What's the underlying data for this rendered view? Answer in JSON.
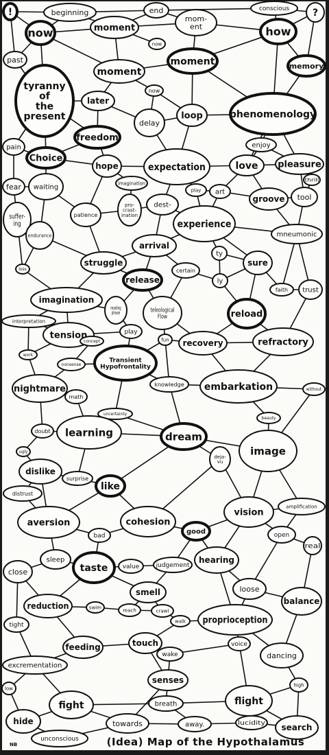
{
  "caption": "(Idea) Map of the Hypothalamus",
  "initials": "NB",
  "nodes": [
    {
      "id": "excl",
      "label": "!",
      "bold": true
    },
    {
      "id": "beginning",
      "label": "beginning"
    },
    {
      "id": "end",
      "label": "end"
    },
    {
      "id": "conscious",
      "label": "conscious"
    },
    {
      "id": "qmark",
      "label": "?"
    },
    {
      "id": "now1",
      "label": "now",
      "bold": true
    },
    {
      "id": "moment1",
      "label": "moment"
    },
    {
      "id": "moment_split",
      "label": "mom- ent"
    },
    {
      "id": "how",
      "label": "how",
      "bold": true
    },
    {
      "id": "past",
      "label": "past"
    },
    {
      "id": "now2",
      "label": "now"
    },
    {
      "id": "moment2",
      "label": "moment"
    },
    {
      "id": "moment3",
      "label": "moment",
      "bold": true
    },
    {
      "id": "memory",
      "label": "memory",
      "bold": true
    },
    {
      "id": "tyranny",
      "label": "tyranny of the present",
      "bold": true
    },
    {
      "id": "later",
      "label": "later"
    },
    {
      "id": "now3",
      "label": "now"
    },
    {
      "id": "delay",
      "label": "delay"
    },
    {
      "id": "loop",
      "label": "loop"
    },
    {
      "id": "phenomenology",
      "label": "phenomenology",
      "bold": true
    },
    {
      "id": "freedom",
      "label": "freedom",
      "bold": true
    },
    {
      "id": "enjoy",
      "label": "enjoy"
    },
    {
      "id": "pain",
      "label": "pain"
    },
    {
      "id": "choice",
      "label": "Choice",
      "bold": true
    },
    {
      "id": "hope",
      "label": "hope"
    },
    {
      "id": "expectation",
      "label": "expectation"
    },
    {
      "id": "love",
      "label": "love"
    },
    {
      "id": "pleasure",
      "label": "pleasure"
    },
    {
      "id": "fear",
      "label": "fear"
    },
    {
      "id": "waiting",
      "label": "waiting"
    },
    {
      "id": "imagination_small",
      "label": "imagination"
    },
    {
      "id": "play_small",
      "label": "play"
    },
    {
      "id": "art",
      "label": "art"
    },
    {
      "id": "thrill",
      "label": "thrill"
    },
    {
      "id": "groove",
      "label": "groove"
    },
    {
      "id": "tool",
      "label": "tool"
    },
    {
      "id": "suffering",
      "label": "suffer- ing"
    },
    {
      "id": "patience",
      "label": "patience"
    },
    {
      "id": "procrastination",
      "label": "pro- crast- ination"
    },
    {
      "id": "destination",
      "label": "dest-"
    },
    {
      "id": "experience",
      "label": "experience"
    },
    {
      "id": "endurance",
      "label": "endurance"
    },
    {
      "id": "mneumonic",
      "label": "mneumonic"
    },
    {
      "id": "arrival",
      "label": "arrival"
    },
    {
      "id": "ty",
      "label": "ty"
    },
    {
      "id": "loss",
      "label": "loss"
    },
    {
      "id": "struggle",
      "label": "struggle"
    },
    {
      "id": "certain",
      "label": "certain"
    },
    {
      "id": "sure",
      "label": "sure"
    },
    {
      "id": "release",
      "label": "release",
      "bold": true
    },
    {
      "id": "ly",
      "label": "ly"
    },
    {
      "id": "faith",
      "label": "faith"
    },
    {
      "id": "trust",
      "label": "trust"
    },
    {
      "id": "imagination",
      "label": "imagination"
    },
    {
      "id": "reading",
      "label": "reading phase"
    },
    {
      "id": "teleological",
      "label": "teleological Flow"
    },
    {
      "id": "reload",
      "label": "reload",
      "bold": true
    },
    {
      "id": "interpretation",
      "label": "interpretation"
    },
    {
      "id": "play",
      "label": "play"
    },
    {
      "id": "tension",
      "label": "tension"
    },
    {
      "id": "fun",
      "label": "fun"
    },
    {
      "id": "recovery",
      "label": "recovery"
    },
    {
      "id": "refractory",
      "label": "refractory"
    },
    {
      "id": "work",
      "label": "work"
    },
    {
      "id": "concept",
      "label": "concept"
    },
    {
      "id": "transient",
      "label": "Transient Hypofrontality",
      "bold": true
    },
    {
      "id": "nonsense",
      "label": "nonsense"
    },
    {
      "id": "nightmare",
      "label": "nightmare"
    },
    {
      "id": "knowledge",
      "label": "knowledge"
    },
    {
      "id": "embarkation",
      "label": "embarkation"
    },
    {
      "id": "math",
      "label": "math"
    },
    {
      "id": "uncertainty",
      "label": "uncertainty"
    },
    {
      "id": "without",
      "label": "without"
    },
    {
      "id": "beauty",
      "label": "beauty"
    },
    {
      "id": "doubt",
      "label": "doubt"
    },
    {
      "id": "learning",
      "label": "learning"
    },
    {
      "id": "dream",
      "label": "dream",
      "bold": true
    },
    {
      "id": "image",
      "label": "image"
    },
    {
      "id": "deja",
      "label": "deja- vu"
    },
    {
      "id": "ugly",
      "label": "ugly"
    },
    {
      "id": "dislike",
      "label": "dislike"
    },
    {
      "id": "surprise",
      "label": "surprise"
    },
    {
      "id": "distrust",
      "label": "distrust"
    },
    {
      "id": "like",
      "label": "like",
      "bold": true
    },
    {
      "id": "amplification",
      "label": "amplification"
    },
    {
      "id": "aversion",
      "label": "aversion"
    },
    {
      "id": "cohesion",
      "label": "cohesion"
    },
    {
      "id": "vision",
      "label": "vision"
    },
    {
      "id": "bad",
      "label": "bad"
    },
    {
      "id": "good",
      "label": "good",
      "bold": true
    },
    {
      "id": "open",
      "label": "open"
    },
    {
      "id": "real",
      "label": "real"
    },
    {
      "id": "sleep",
      "label": "sleep"
    },
    {
      "id": "taste",
      "label": "taste",
      "bold": true
    },
    {
      "id": "value",
      "label": "value"
    },
    {
      "id": "judgement",
      "label": "judgement"
    },
    {
      "id": "hearing",
      "label": "hearing"
    },
    {
      "id": "close",
      "label": "close"
    },
    {
      "id": "smell",
      "label": "smell"
    },
    {
      "id": "loose",
      "label": "loose"
    },
    {
      "id": "balance",
      "label": "balance"
    },
    {
      "id": "reduction",
      "label": "reduction"
    },
    {
      "id": "swim",
      "label": "swim"
    },
    {
      "id": "reach",
      "label": "reach"
    },
    {
      "id": "crawl",
      "label": "crawl"
    },
    {
      "id": "walk",
      "label": "walk"
    },
    {
      "id": "proprioception",
      "label": "proprioception"
    },
    {
      "id": "tight",
      "label": "tight"
    },
    {
      "id": "feeding",
      "label": "feeding"
    },
    {
      "id": "touch",
      "label": "touch"
    },
    {
      "id": "voice",
      "label": "voice"
    },
    {
      "id": "dancing",
      "label": "dancing"
    },
    {
      "id": "wake",
      "label": "wake"
    },
    {
      "id": "excrementation",
      "label": "excrementation"
    },
    {
      "id": "senses",
      "label": "senses"
    },
    {
      "id": "low",
      "label": "low"
    },
    {
      "id": "high",
      "label": "high"
    },
    {
      "id": "fight",
      "label": "fight"
    },
    {
      "id": "breath",
      "label": "breath"
    },
    {
      "id": "flight",
      "label": "flight"
    },
    {
      "id": "hide",
      "label": "hide"
    },
    {
      "id": "towards",
      "label": "towards"
    },
    {
      "id": "away",
      "label": "away."
    },
    {
      "id": "lucidity",
      "label": "lucidity"
    },
    {
      "id": "search",
      "label": "search"
    },
    {
      "id": "unconscious",
      "label": "unconscious"
    }
  ],
  "edges": [
    [
      "excl",
      "beginning"
    ],
    [
      "excl",
      "now1"
    ],
    [
      "excl",
      "past"
    ],
    [
      "beginning",
      "now1"
    ],
    [
      "beginning",
      "moment1"
    ],
    [
      "beginning",
      "end"
    ],
    [
      "end",
      "moment1"
    ],
    [
      "end",
      "moment_split"
    ],
    [
      "end",
      "conscious"
    ],
    [
      "conscious",
      "how"
    ],
    [
      "conscious",
      "qmark"
    ],
    [
      "qmark",
      "how"
    ],
    [
      "qmark",
      "memory"
    ],
    [
      "now1",
      "moment1"
    ],
    [
      "now1",
      "tyranny"
    ],
    [
      "now1",
      "past"
    ],
    [
      "now1",
      "moment2"
    ],
    [
      "moment1",
      "moment_split"
    ],
    [
      "moment1",
      "now2"
    ],
    [
      "moment1",
      "moment2"
    ],
    [
      "moment_split",
      "moment3"
    ],
    [
      "moment_split",
      "how"
    ],
    [
      "how",
      "moment3"
    ],
    [
      "how",
      "memory"
    ],
    [
      "how",
      "phenomenology"
    ],
    [
      "past",
      "tyranny"
    ],
    [
      "moment2",
      "later"
    ],
    [
      "moment2",
      "now3"
    ],
    [
      "moment2",
      "moment3"
    ],
    [
      "moment3",
      "loop"
    ],
    [
      "moment3",
      "phenomenology"
    ],
    [
      "memory",
      "phenomenology"
    ],
    [
      "tyranny",
      "later"
    ],
    [
      "tyranny",
      "freedom"
    ],
    [
      "tyranny",
      "choice"
    ],
    [
      "tyranny",
      "pain"
    ],
    [
      "later",
      "delay"
    ],
    [
      "later",
      "freedom"
    ],
    [
      "now3",
      "delay"
    ],
    [
      "now3",
      "loop"
    ],
    [
      "delay",
      "loop"
    ],
    [
      "delay",
      "expectation"
    ],
    [
      "loop",
      "phenomenology"
    ],
    [
      "loop",
      "expectation"
    ],
    [
      "phenomenology",
      "enjoy"
    ],
    [
      "phenomenology",
      "pleasure"
    ],
    [
      "phenomenology",
      "love"
    ],
    [
      "freedom",
      "choice"
    ],
    [
      "freedom",
      "hope"
    ],
    [
      "enjoy",
      "love"
    ],
    [
      "enjoy",
      "pleasure"
    ],
    [
      "pain",
      "choice"
    ],
    [
      "pain",
      "fear"
    ],
    [
      "choice",
      "waiting"
    ],
    [
      "choice",
      "hope"
    ],
    [
      "hope",
      "expectation"
    ],
    [
      "hope",
      "patience"
    ],
    [
      "hope",
      "imagination_small"
    ],
    [
      "expectation",
      "love"
    ],
    [
      "expectation",
      "destination"
    ],
    [
      "expectation",
      "play_small"
    ],
    [
      "love",
      "pleasure"
    ],
    [
      "love",
      "art"
    ],
    [
      "love",
      "groove"
    ],
    [
      "pleasure",
      "thrill"
    ],
    [
      "pleasure",
      "tool"
    ],
    [
      "fear",
      "waiting"
    ],
    [
      "fear",
      "suffering"
    ],
    [
      "waiting",
      "patience"
    ],
    [
      "waiting",
      "endurance"
    ],
    [
      "imagination_small",
      "procrastination"
    ],
    [
      "play_small",
      "art"
    ],
    [
      "play_small",
      "experience"
    ],
    [
      "art",
      "groove"
    ],
    [
      "art",
      "experience"
    ],
    [
      "thrill",
      "tool"
    ],
    [
      "groove",
      "tool"
    ],
    [
      "groove",
      "mneumonic"
    ],
    [
      "tool",
      "mneumonic"
    ],
    [
      "suffering",
      "endurance"
    ],
    [
      "suffering",
      "loss"
    ],
    [
      "patience",
      "procrastination"
    ],
    [
      "patience",
      "struggle"
    ],
    [
      "procrastination",
      "destination"
    ],
    [
      "destination",
      "arrival"
    ],
    [
      "destination",
      "experience"
    ],
    [
      "experience",
      "ty"
    ],
    [
      "experience",
      "mneumonic"
    ],
    [
      "experience",
      "sure"
    ],
    [
      "experience",
      "arrival"
    ],
    [
      "endurance",
      "struggle"
    ],
    [
      "endurance",
      "loss"
    ],
    [
      "mneumonic",
      "trust"
    ],
    [
      "mneumonic",
      "faith"
    ],
    [
      "arrival",
      "struggle"
    ],
    [
      "arrival",
      "release"
    ],
    [
      "arrival",
      "certain"
    ],
    [
      "ty",
      "ly"
    ],
    [
      "ty",
      "sure"
    ],
    [
      "loss",
      "imagination"
    ],
    [
      "struggle",
      "release"
    ],
    [
      "struggle",
      "imagination"
    ],
    [
      "certain",
      "ly"
    ],
    [
      "certain",
      "teleological"
    ],
    [
      "sure",
      "faith"
    ],
    [
      "sure",
      "ly"
    ],
    [
      "sure",
      "reload"
    ],
    [
      "faith",
      "trust"
    ],
    [
      "release",
      "teleological"
    ],
    [
      "release",
      "reading"
    ],
    [
      "ly",
      "reload"
    ],
    [
      "trust",
      "refractory"
    ],
    [
      "imagination",
      "reading"
    ],
    [
      "imagination",
      "interpretation"
    ],
    [
      "imagination",
      "tension"
    ],
    [
      "reading",
      "play"
    ],
    [
      "teleological",
      "fun"
    ],
    [
      "teleological",
      "recovery"
    ],
    [
      "reload",
      "recovery"
    ],
    [
      "reload",
      "refractory"
    ],
    [
      "interpretation",
      "tension"
    ],
    [
      "interpretation",
      "work"
    ],
    [
      "play",
      "tension"
    ],
    [
      "play",
      "transient"
    ],
    [
      "tension",
      "concept"
    ],
    [
      "tension",
      "work"
    ],
    [
      "fun",
      "recovery"
    ],
    [
      "fun",
      "knowledge"
    ],
    [
      "fun",
      "transient"
    ],
    [
      "recovery",
      "embarkation"
    ],
    [
      "recovery",
      "refractory"
    ],
    [
      "refractory",
      "embarkation"
    ],
    [
      "work",
      "nightmare"
    ],
    [
      "concept",
      "nonsense"
    ],
    [
      "transient",
      "knowledge"
    ],
    [
      "transient",
      "nonsense"
    ],
    [
      "transient",
      "uncertainty"
    ],
    [
      "nonsense",
      "nightmare"
    ],
    [
      "nightmare",
      "math"
    ],
    [
      "nightmare",
      "doubt"
    ],
    [
      "knowledge",
      "embarkation"
    ],
    [
      "knowledge",
      "dream"
    ],
    [
      "embarkation",
      "without"
    ],
    [
      "embarkation",
      "beauty"
    ],
    [
      "math",
      "learning"
    ],
    [
      "uncertainty",
      "learning"
    ],
    [
      "uncertainty",
      "dream"
    ],
    [
      "without",
      "image"
    ],
    [
      "beauty",
      "image"
    ],
    [
      "doubt",
      "learning"
    ],
    [
      "doubt",
      "ugly"
    ],
    [
      "learning",
      "dream"
    ],
    [
      "learning",
      "surprise"
    ],
    [
      "dream",
      "deja"
    ],
    [
      "dream",
      "image"
    ],
    [
      "dream",
      "like"
    ],
    [
      "image",
      "vision"
    ],
    [
      "image",
      "amplification"
    ],
    [
      "ugly",
      "dislike"
    ],
    [
      "dislike",
      "surprise"
    ],
    [
      "dislike",
      "distrust"
    ],
    [
      "dislike",
      "aversion"
    ],
    [
      "surprise",
      "like"
    ],
    [
      "distrust",
      "aversion"
    ],
    [
      "like",
      "cohesion"
    ],
    [
      "like",
      "aversion"
    ],
    [
      "deja",
      "cohesion"
    ],
    [
      "deja",
      "vision"
    ],
    [
      "amplification",
      "vision"
    ],
    [
      "amplification",
      "open"
    ],
    [
      "aversion",
      "bad"
    ],
    [
      "aversion",
      "sleep"
    ],
    [
      "cohesion",
      "good"
    ],
    [
      "cohesion",
      "bad"
    ],
    [
      "vision",
      "good"
    ],
    [
      "vision",
      "open"
    ],
    [
      "vision",
      "hearing"
    ],
    [
      "bad",
      "taste"
    ],
    [
      "good",
      "judgement"
    ],
    [
      "good",
      "hearing"
    ],
    [
      "open",
      "real"
    ],
    [
      "open",
      "loose"
    ],
    [
      "real",
      "balance"
    ],
    [
      "sleep",
      "taste"
    ],
    [
      "sleep",
      "close"
    ],
    [
      "taste",
      "value"
    ],
    [
      "taste",
      "smell"
    ],
    [
      "taste",
      "reduction"
    ],
    [
      "value",
      "judgement"
    ],
    [
      "judgement",
      "smell"
    ],
    [
      "hearing",
      "loose"
    ],
    [
      "hearing",
      "proprioception"
    ],
    [
      "close",
      "reduction"
    ],
    [
      "close",
      "tight"
    ],
    [
      "smell",
      "reach"
    ],
    [
      "smell",
      "crawl"
    ],
    [
      "loose",
      "balance"
    ],
    [
      "loose",
      "proprioception"
    ],
    [
      "balance",
      "dancing"
    ],
    [
      "reduction",
      "swim"
    ],
    [
      "reduction",
      "feeding"
    ],
    [
      "swim",
      "reach"
    ],
    [
      "reach",
      "crawl"
    ],
    [
      "crawl",
      "walk"
    ],
    [
      "walk",
      "proprioception"
    ],
    [
      "walk",
      "touch"
    ],
    [
      "proprioception",
      "voice"
    ],
    [
      "proprioception",
      "dancing"
    ],
    [
      "tight",
      "excrementation"
    ],
    [
      "feeding",
      "touch"
    ],
    [
      "feeding",
      "excrementation"
    ],
    [
      "touch",
      "wake"
    ],
    [
      "touch",
      "senses"
    ],
    [
      "voice",
      "wake"
    ],
    [
      "voice",
      "flight"
    ],
    [
      "dancing",
      "high"
    ],
    [
      "wake",
      "senses"
    ],
    [
      "excrementation",
      "low"
    ],
    [
      "excrementation",
      "fight"
    ],
    [
      "senses",
      "breath"
    ],
    [
      "senses",
      "towards"
    ],
    [
      "low",
      "hide"
    ],
    [
      "high",
      "search"
    ],
    [
      "high",
      "flight"
    ],
    [
      "fight",
      "breath"
    ],
    [
      "fight",
      "hide"
    ],
    [
      "fight",
      "towards"
    ],
    [
      "breath",
      "flight"
    ],
    [
      "breath",
      "away"
    ],
    [
      "flight",
      "lucidity"
    ],
    [
      "flight",
      "search"
    ],
    [
      "hide",
      "unconscious"
    ],
    [
      "towards",
      "away"
    ],
    [
      "towards",
      "unconscious"
    ],
    [
      "away",
      "lucidity"
    ],
    [
      "lucidity",
      "search"
    ]
  ]
}
